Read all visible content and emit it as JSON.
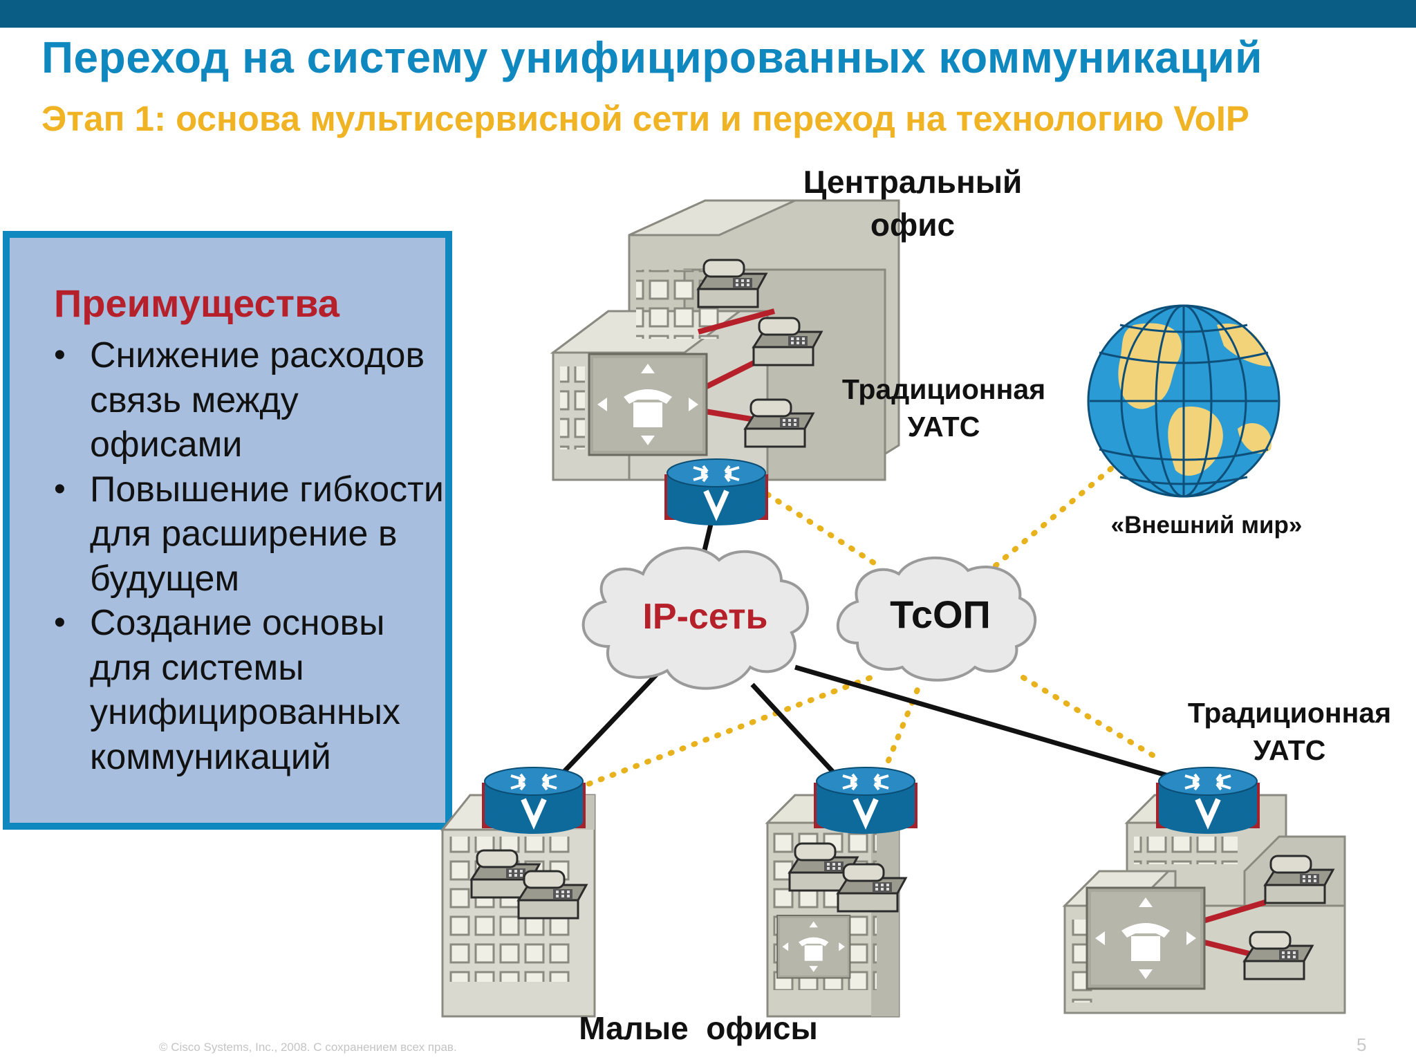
{
  "header": {
    "title": "Переход на систему унифицированных коммуникаций",
    "subtitle": "Этап 1: основа мультисервисной сети и переход на технологию VoIP"
  },
  "benefits": {
    "title": "Преимущества",
    "items": [
      "Снижение расходов связь между офисами",
      "Повышение гибкости для расширение в будущем",
      "Создание основы для системы унифицированных коммуникаций"
    ]
  },
  "diagram": {
    "central_office": "Центральный офис",
    "traditional_pbx_central": "Традиционная УАТС",
    "outside_world": "«Внешний мир»",
    "ip_network": "IP-сеть",
    "pstn": "ТсОП",
    "traditional_pbx_branch": "Традиционная УАТС",
    "small_offices": "Малые  офисы",
    "router_glyph": "V"
  },
  "footer": {
    "copyright": "© Cisco Systems, Inc., 2008. С сохранением всех прав.",
    "page_number": "5"
  },
  "colors": {
    "top_bar": "#0a5e86",
    "title": "#0f87bf",
    "subtitle": "#f0b323",
    "benefits_bg": "#a7bedf",
    "benefits_border": "#0f87bf",
    "benefits_title": "#b5202a",
    "ip_network_text": "#b5202a",
    "router": "#1473a8",
    "pstn_link": "#e8b21c"
  }
}
